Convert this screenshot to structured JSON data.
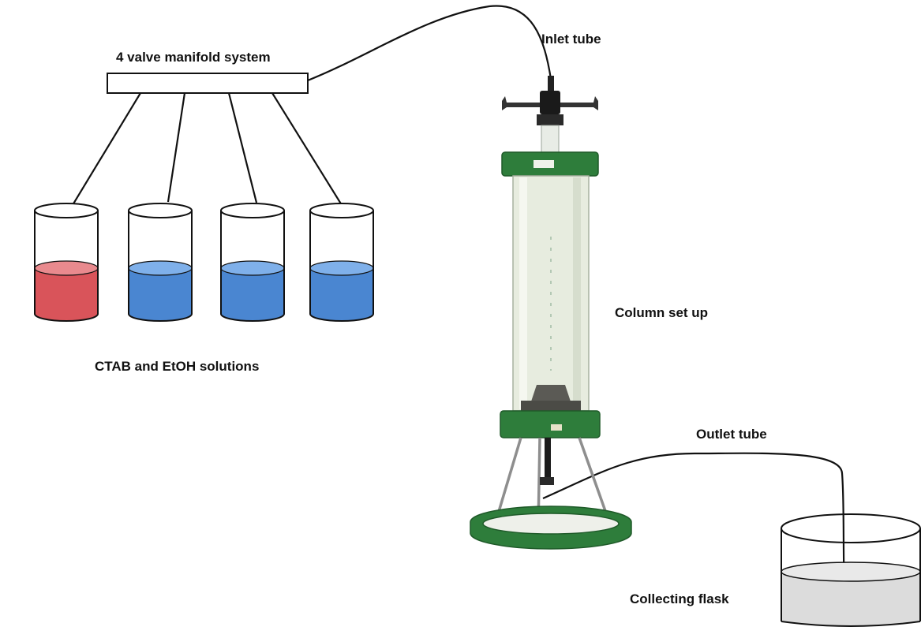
{
  "labels": {
    "manifold": "4 valve manifold system",
    "inlet": "Inlet tube",
    "column": "Column set up",
    "outlet": "Outlet tube",
    "solutions": "CTAB and EtOH solutions",
    "flask": "Collecting flask"
  },
  "beakers": [
    {
      "name": "beaker-1",
      "liquid": "#d9545a",
      "liquid_top": "#e98a8e"
    },
    {
      "name": "beaker-2",
      "liquid": "#4a86d1",
      "liquid_top": "#7fb0ea"
    },
    {
      "name": "beaker-3",
      "liquid": "#4a86d1",
      "liquid_top": "#7fb0ea"
    },
    {
      "name": "beaker-4",
      "liquid": "#4a86d1",
      "liquid_top": "#7fb0ea"
    }
  ],
  "colors": {
    "column_green": "#2e7d3b",
    "column_green_dark": "#1f5a29",
    "column_glass": "#e7ecdf",
    "flask_liquid": "#dcdcdc"
  }
}
